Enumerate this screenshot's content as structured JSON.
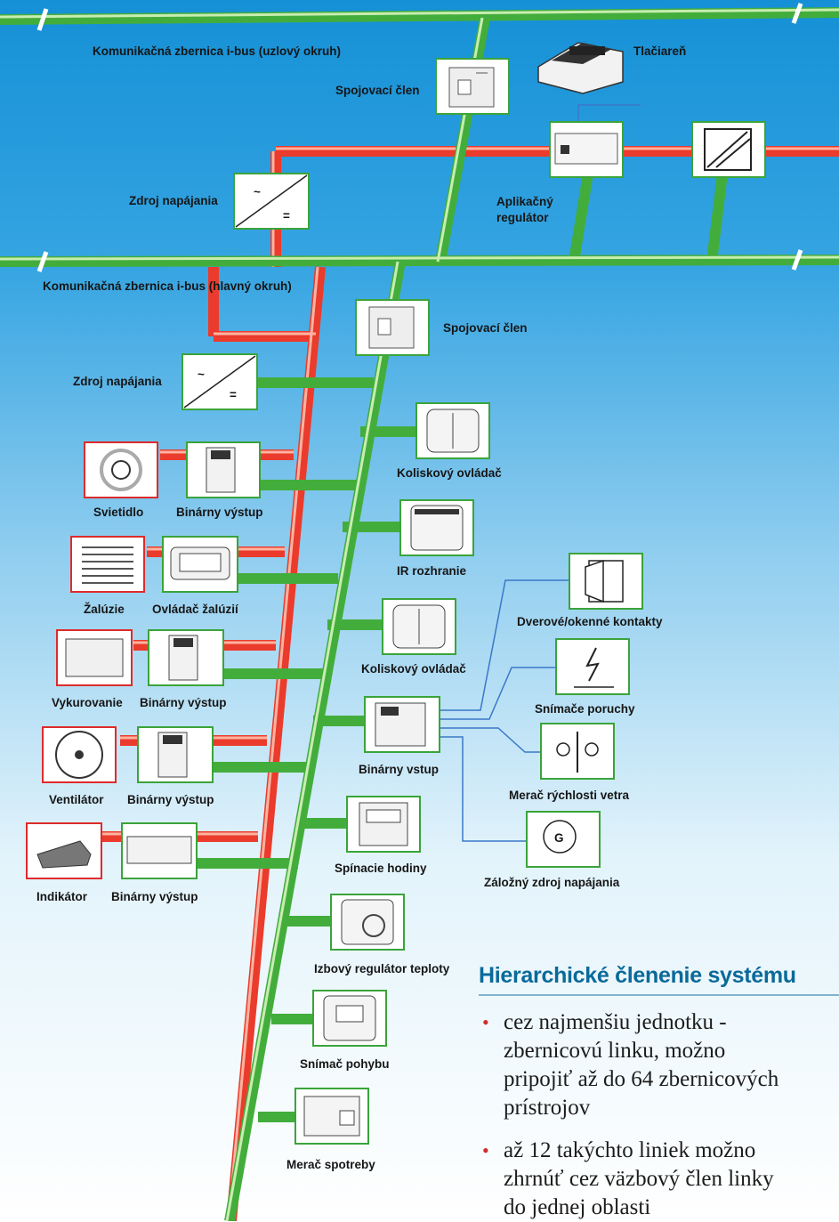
{
  "labels": {
    "bus_backbone": "Komunikačná zbernica i-bus (uzlový okruh)",
    "bus_main": "Komunikačná zbernica i-bus (hlavný okruh)",
    "coupler_top": "Spojovací člen",
    "coupler_main": "Spojovací člen",
    "printer": "Tlačiareň",
    "app_controller": [
      "Aplikačný",
      "regulátor"
    ],
    "psu_top": "Zdroj napájania",
    "psu_main": "Zdroj napájania",
    "rocker_1": "Koliskový ovládač",
    "lamp": "Svietidlo",
    "binary_out_1": "Binárny výstup",
    "ir": "IR rozhranie",
    "blinds": "Žalúzie",
    "blind_ctrl": "Ovládač žalúzií",
    "door_window": "Dverové/okenné kontakty",
    "rocker_2": "Koliskový ovládač",
    "heating": "Vykurovanie",
    "binary_out_2": "Binárny výstup",
    "fault_sensor": "Snímače poruchy",
    "binary_in": "Binárny vstup",
    "fan": "Ventilátor",
    "binary_out_3": "Binárny výstup",
    "wind": "Merač rýchlosti vetra",
    "timer": "Spínacie hodiny",
    "indicator": "Indikátor",
    "binary_out_4": "Binárny výstup",
    "backup_psu": "Záložný zdroj napájania",
    "room_thermo": "Izbový regulátor teploty",
    "motion": "Snímač pohybu",
    "meter": "Merač spotreby"
  },
  "psu_symbols": {
    "ac": "~",
    "dc": "="
  },
  "generator_symbol": "G",
  "info": {
    "title": "Hierarchické členenie systému",
    "bullets": [
      [
        "cez najmenšiu jednotku -",
        "zbernicovú linku, možno",
        "pripojiť až do 64 zbernicových",
        "prístrojov"
      ],
      [
        "až 12 takýchto liniek možno",
        "zhrnúť cez väzbový člen linky",
        "do jednej oblasti"
      ]
    ],
    "bullet_glyph": "•"
  },
  "colors": {
    "sky_top": "#1590d6",
    "sky_bottom": "#ffffff",
    "bus_green": "#43ad3c",
    "bus_green_light": "#b7e39c",
    "power_red": "#ea3b2c",
    "power_red_light": "#ffb3a0",
    "device_border": "#3aa43a",
    "load_border": "#dd2b2b",
    "link_blue": "#3a78c8",
    "title_blue": "#0a6a9a",
    "bullet_red": "#d12d2d"
  }
}
